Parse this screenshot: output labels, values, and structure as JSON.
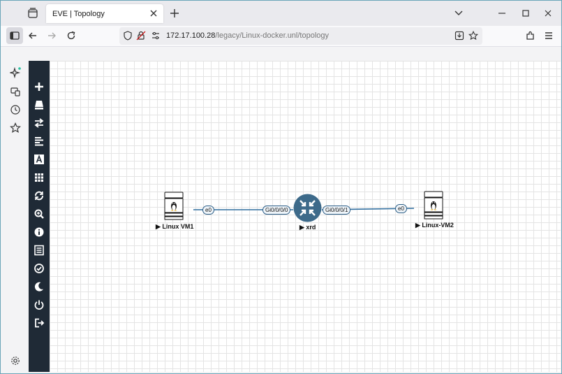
{
  "browser": {
    "tab_title": "EVE | Topology",
    "url_host": "172.17.100.28",
    "url_path": "/legacy/Linux-docker.unl/topology"
  },
  "eve_sidebar": {
    "buttons": [
      "add-object",
      "nodes",
      "networks",
      "startup-configs",
      "text-objects",
      "lab-details",
      "refresh",
      "zoom",
      "lab-info",
      "status",
      "validate",
      "dark-mode",
      "close-lab",
      "logout"
    ]
  },
  "topology": {
    "nodes": [
      {
        "name": "Linux VM1",
        "type": "linux"
      },
      {
        "name": "xrd",
        "type": "router"
      },
      {
        "name": "Linux-VM2",
        "type": "linux"
      }
    ],
    "interfaces": [
      "e0",
      "Gi0/0/0/0",
      "Gi0/0/0/1",
      "e0"
    ],
    "link_color": "#2f6d9e",
    "router_color": "#3d6a8a"
  }
}
